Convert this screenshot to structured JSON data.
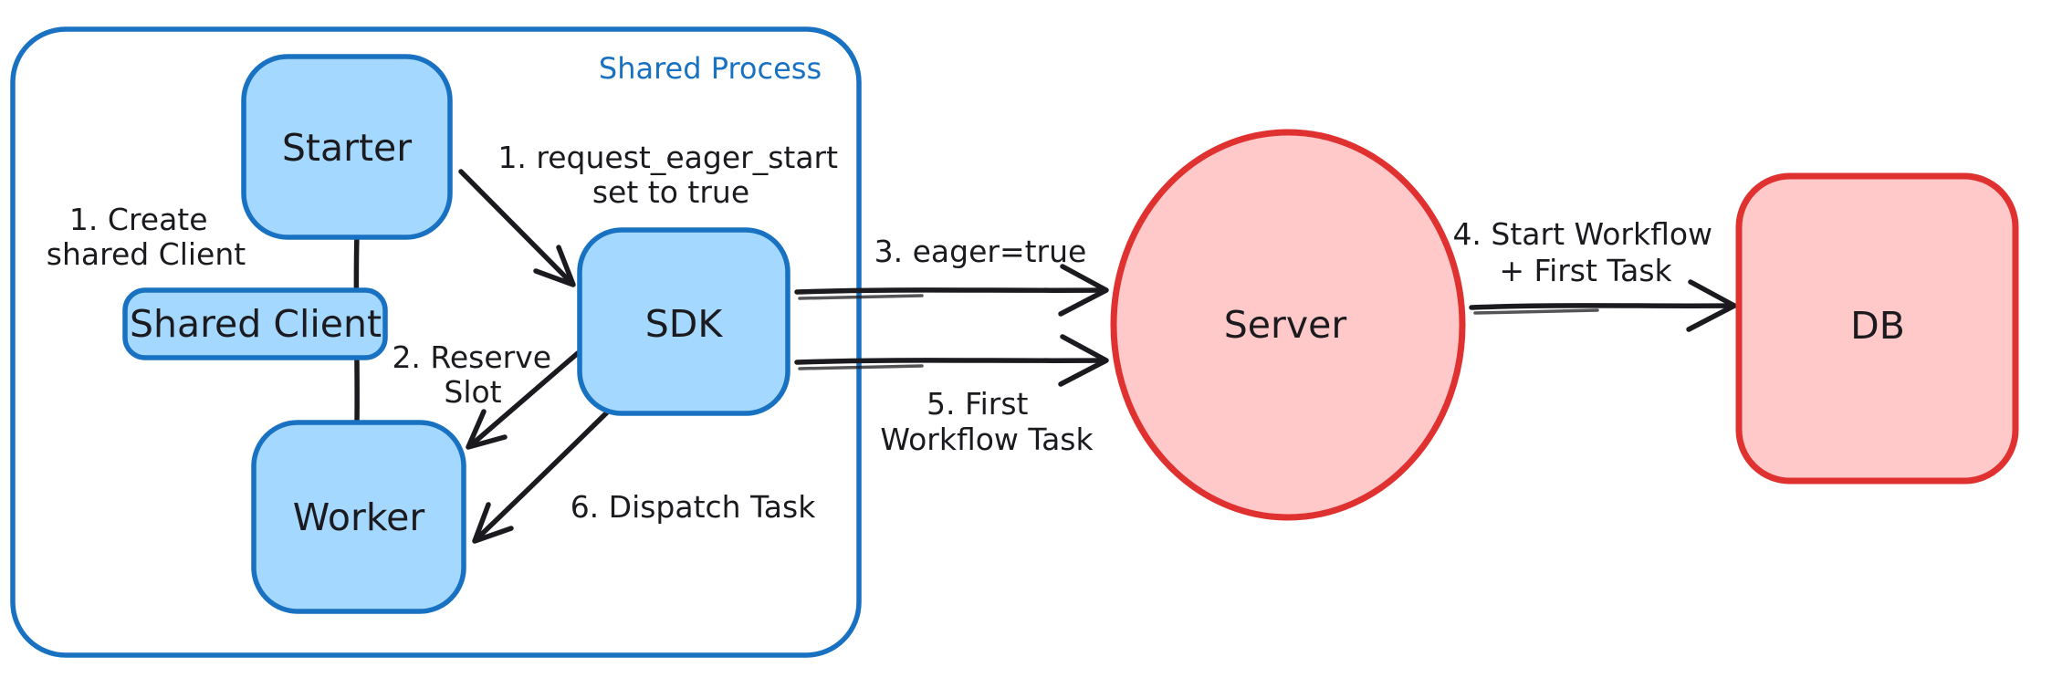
{
  "diagram": {
    "container": {
      "label": "Shared Process"
    },
    "nodes": {
      "starter": "Starter",
      "shared_client": "Shared Client",
      "worker": "Worker",
      "sdk": "SDK",
      "server": "Server",
      "db": "DB"
    },
    "annotations": {
      "create_shared_client": {
        "line1": "1. Create",
        "line2": "shared Client"
      },
      "request_eager_start": {
        "line1": "1. request_eager_start",
        "line2": "set to true"
      },
      "reserve_slot": {
        "line1": "2. Reserve",
        "line2": "Slot"
      },
      "eager_true": "3. eager=true",
      "start_workflow": {
        "line1": "4. Start Workflow",
        "line2": "+ First Task"
      },
      "first_workflow_task": {
        "line1": "5. First",
        "line2": "Workflow Task"
      },
      "dispatch_task": "6. Dispatch Task"
    },
    "colors": {
      "blue_stroke": "#1971c2",
      "blue_fill": "#a5d8ff",
      "red_stroke": "#e03131",
      "red_fill": "#ffc9c9",
      "ink": "#1b1b1f",
      "background": "#ffffff"
    }
  }
}
